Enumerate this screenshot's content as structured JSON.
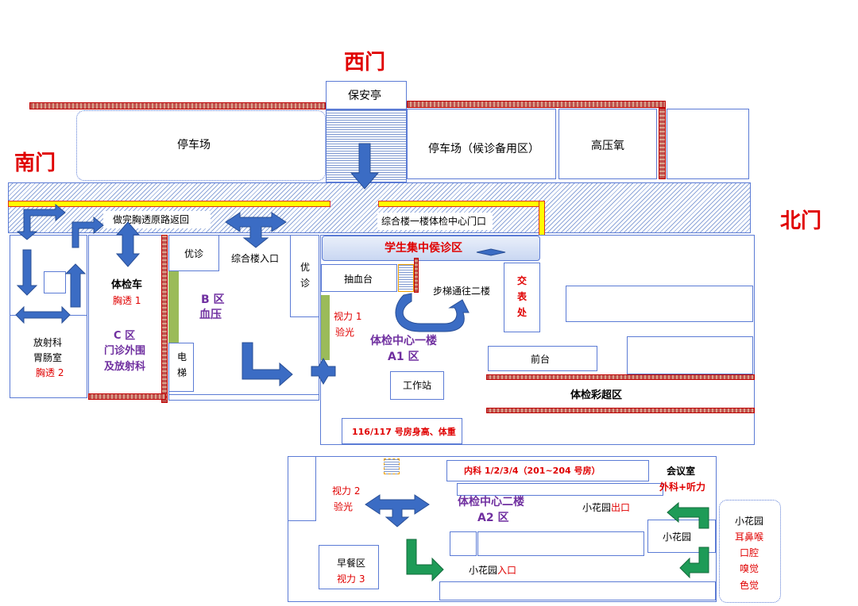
{
  "gates": {
    "west": "西门",
    "south": "南门",
    "north": "北门"
  },
  "top": {
    "guard_booth": "保安亭",
    "parking": "停车场",
    "parking_backup": "停车场（候诊备用区）",
    "hyperbaric": "高压氧"
  },
  "road": {
    "return_route": "做完胸透原路返回",
    "complex_gate": "综合楼一楼体检中心门口",
    "complex_entrance": "综合楼入口",
    "student_waiting": "学生集中侯诊区"
  },
  "zone_c": {
    "radiology": [
      "放射科",
      "胃肠室"
    ],
    "chest2": "胸透 2",
    "vehicle": "体检车",
    "chest1": "胸透 1",
    "title": [
      "C 区",
      "门诊外围",
      "及放射科"
    ]
  },
  "zone_b": {
    "priority1": "优诊",
    "priority2": [
      "优",
      "诊"
    ],
    "title": [
      "B 区",
      "血压"
    ],
    "elevator": [
      "电",
      "梯"
    ]
  },
  "floor1": {
    "blood": "抽血台",
    "stairs": "步梯通往二楼",
    "pay": [
      "交",
      "表",
      "处"
    ],
    "vision": [
      "视力 1",
      "验光"
    ],
    "title": [
      "体检中心一楼",
      "A1 区"
    ],
    "front_desk": "前台",
    "workstation": "工作站",
    "ultrasound": "体检彩超区",
    "height_weight": "116/117 号房身高、体重"
  },
  "floor2": {
    "internal": "内科 1/2/3/4（201~204 号房）",
    "meeting": "会议室",
    "surgery": "外科+听力",
    "vision": [
      "视力 2",
      "验光"
    ],
    "title": [
      "体检中心二楼",
      "A2 区"
    ],
    "garden_exit": [
      "小花园",
      "出口"
    ],
    "garden": "小花园",
    "breakfast": "早餐区",
    "vision3": "视力 3",
    "garden_entry": [
      "小花园",
      "入口"
    ],
    "garden_box": [
      "小花园",
      "耳鼻喉",
      "口腔",
      "嗅觉",
      "色觉"
    ]
  },
  "colors": {
    "arrow_blue": "#3b6cc4",
    "arrow_green": "#1e9b57",
    "wall_red": "#c0504d",
    "yellow": "#ffff00",
    "accent_red": "#e00000",
    "zone_purple": "#7030a0"
  }
}
